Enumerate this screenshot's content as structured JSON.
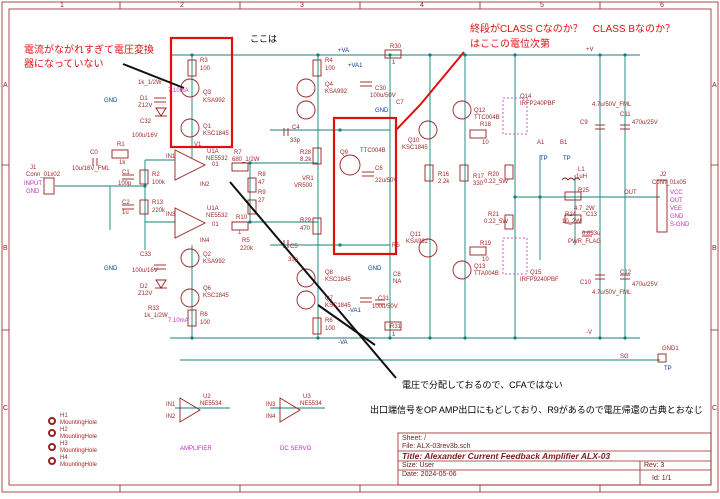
{
  "annotations": {
    "note1_line1": "電流がながれすぎて電圧変換",
    "note1_line2": "器になっていない",
    "note2": "ここは",
    "note3_line1": "終段がCLASS Cなのか？　CLASS Bなのか？",
    "note3_line2": "はここの電位次第",
    "note4": "電圧で分配しておるので、CFAではない",
    "note5": "出口端信号をOP AMP出口にもどしており、R9があるので電圧帰還の古典とおなじ"
  },
  "components": {
    "r3": "R3",
    "r3v": "100",
    "q3": "Q3",
    "q3v": "KSA992",
    "q1": "Q1",
    "q1v": "KSC1845",
    "d1": "D1",
    "d1v": "Z12V",
    "c32": "C32",
    "c32v": "100u/16V",
    "r32": "1k_1/2W",
    "i_top": "7.10mA",
    "i_bot": "7.10mA",
    "r4": "R4",
    "r4v": "100",
    "q4": "Q4",
    "q4v": "KSA992",
    "c30": "C30",
    "c30v": "100u/50V",
    "r30": "R30",
    "r30v": "1",
    "vaa1": "+VA1",
    "q9": "Q9",
    "q9v": "TTC004B",
    "r28": "R28",
    "r28v": "8.2k",
    "vr1": "VR1",
    "vr1v": "VR500",
    "r29": "R29",
    "r29v": "470",
    "c6": "C6",
    "c6v": "22u/50V",
    "c5": "C5",
    "c5v": "33p",
    "c4": "C4",
    "c4v": "33p",
    "q10": "Q10",
    "q10v": "KSC1845",
    "r16": "R16",
    "r16v": "2.2k",
    "r17": "R17",
    "r17v": "330",
    "q11": "Q11",
    "q11v": "KSA992",
    "q12": "Q12",
    "q12v": "TTC004B",
    "r18": "R18",
    "r18v": "10",
    "q14": "Q14",
    "q14v": "IRFP240PBF",
    "q13": "Q13",
    "q13v": "TTA004B",
    "r19": "R19",
    "r19v": "10",
    "q15": "Q15",
    "q15v": "IRFP9240PBF",
    "r20": "R20",
    "r20v": "0.22_5W",
    "r21": "R21",
    "r21v": "0.22_5W",
    "l1": "L1",
    "l1v": "1uH",
    "r25": "R25",
    "r25v": "4.7_2W",
    "r24": "R24",
    "r24v": "10_2W",
    "c13": "C13",
    "c13v": "0.033u",
    "c9": "C9",
    "c9v": "4.7u/50V_FML",
    "c11": "C11",
    "c11v": "470u/25V",
    "c10": "C10",
    "c10v": "4.7u/50V_FML",
    "c12": "C12",
    "c12v": "470u/25V",
    "u1a": "U1A",
    "u1a_v": "NE5532",
    "u1b": "U1A",
    "u1b_v": "NE5532",
    "r1": "R1",
    "r1v": "1k",
    "c0": "C0",
    "c0v": "10u/16V_FML",
    "r2": "R2",
    "r2v": "100k",
    "c1": "C1",
    "c1v": "100p",
    "c2": "C2",
    "c2v": "1u",
    "r13": "R13",
    "r13v": "220k",
    "r7": "R7",
    "r7v": "680_1/2W",
    "r8": "R8",
    "r8v": "47",
    "r9": "R9",
    "r9v": "27",
    "r10": "R10",
    "r10v": "1",
    "r5": "R5",
    "r5v": "220k",
    "q2": "Q2",
    "q2v": "KSA992",
    "q6": "Q6",
    "q6v": "KSC1845",
    "d2": "D2",
    "d2v": "Z12V",
    "c33": "C33",
    "c33v": "100u/16V",
    "r33": "R33",
    "r33v": "1k_1/2W",
    "r6": "R6",
    "r6v": "100",
    "q7": "Q7",
    "q7v": "KSC1845",
    "q8": "Q8",
    "q8v": "KSC1845",
    "r6b": "R6",
    "r6bv": "100",
    "c8": "C8",
    "c8v": "NA",
    "c31": "C31",
    "c31v": "100u/50V",
    "r31": "R31",
    "r31v": "1",
    "va1": "-VA1",
    "vaplus": "+VA",
    "vaminus": "-VA",
    "gnd": "GND",
    "plusv": "+V",
    "minusv": "-V",
    "out": "OUT",
    "sg": "SG",
    "j1": "J1",
    "j1v": "Conn_01x02",
    "input": "INPUT",
    "ingnd": "GND",
    "j2": "J2",
    "j2v": "Conn_01x05",
    "j2pins": [
      "VCC",
      "OUT",
      "VEE",
      "GND",
      "S-GND"
    ],
    "a1": "A1",
    "b1": "B1",
    "tp": "TP",
    "gnd1": "GND1",
    "pwrflag": "PWR_FLAG",
    "u2": "U2",
    "u2v": "NE5534",
    "u3": "U3",
    "u3v": "NE5534",
    "amplifier": "AMPLIFIER",
    "dcservo": "DC SERVO",
    "in1": "IN1",
    "in2": "IN2",
    "in3": "IN3",
    "in4": "IN4",
    "o1": "01",
    "v1": "V1",
    "o2": "01",
    "mounting": [
      "MountingHole",
      "MountingHole",
      "MountingHole",
      "MountingHole"
    ],
    "holes": [
      "H1",
      "H2",
      "H3",
      "H4"
    ]
  },
  "title_block": {
    "sheet": "Sheet: /",
    "file": "File: ALX-03rev3b.sch",
    "title": "Title: Alexander Current Feedback Amplifier ALX-03",
    "size": "Size: User",
    "date": "Date: 2024-05-06",
    "rev": "Rev: 3",
    "id": "Id: 1/1"
  },
  "frame": {
    "cols": [
      "1",
      "2",
      "3",
      "4",
      "5",
      "6"
    ],
    "rows": [
      "A",
      "B",
      "C"
    ]
  },
  "colors": {
    "wire": "#12807a",
    "component": "#9a2020",
    "frame": "#9a2020",
    "highlight": "#e01010",
    "pink": "#c030c0"
  }
}
